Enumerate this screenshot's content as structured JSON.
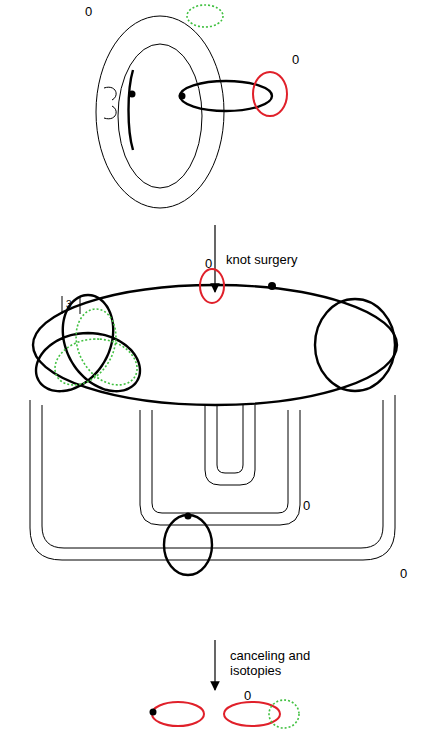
{
  "diagram": {
    "labels": [
      "0",
      "0",
      "knot surgery",
      "0",
      "3",
      "0",
      "0",
      "canceling and isotopies",
      "0"
    ]
  }
}
